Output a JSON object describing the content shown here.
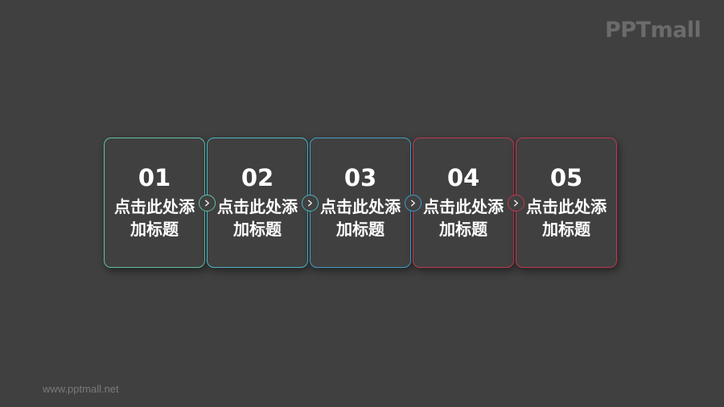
{
  "logo": "PPTmall",
  "footer": "www.pptmall.net",
  "steps": [
    {
      "number": "01",
      "title": "点击此处添加标题",
      "color": "#5ec2a6"
    },
    {
      "number": "02",
      "title": "点击此处添加标题",
      "color": "#4db5c4"
    },
    {
      "number": "03",
      "title": "点击此处添加标题",
      "color": "#3f9fc8"
    },
    {
      "number": "04",
      "title": "点击此处添加标题",
      "color": "#c0384f"
    },
    {
      "number": "05",
      "title": "点击此处添加标题",
      "color": "#c0384f"
    }
  ],
  "arrows": [
    {
      "icon": "chevron-right-icon",
      "color": "#5ec2a6"
    },
    {
      "icon": "chevron-right-icon",
      "color": "#4db5c4"
    },
    {
      "icon": "chevron-right-icon",
      "color": "#3f9fc8"
    },
    {
      "icon": "chevron-right-icon",
      "color": "#c0384f"
    }
  ]
}
